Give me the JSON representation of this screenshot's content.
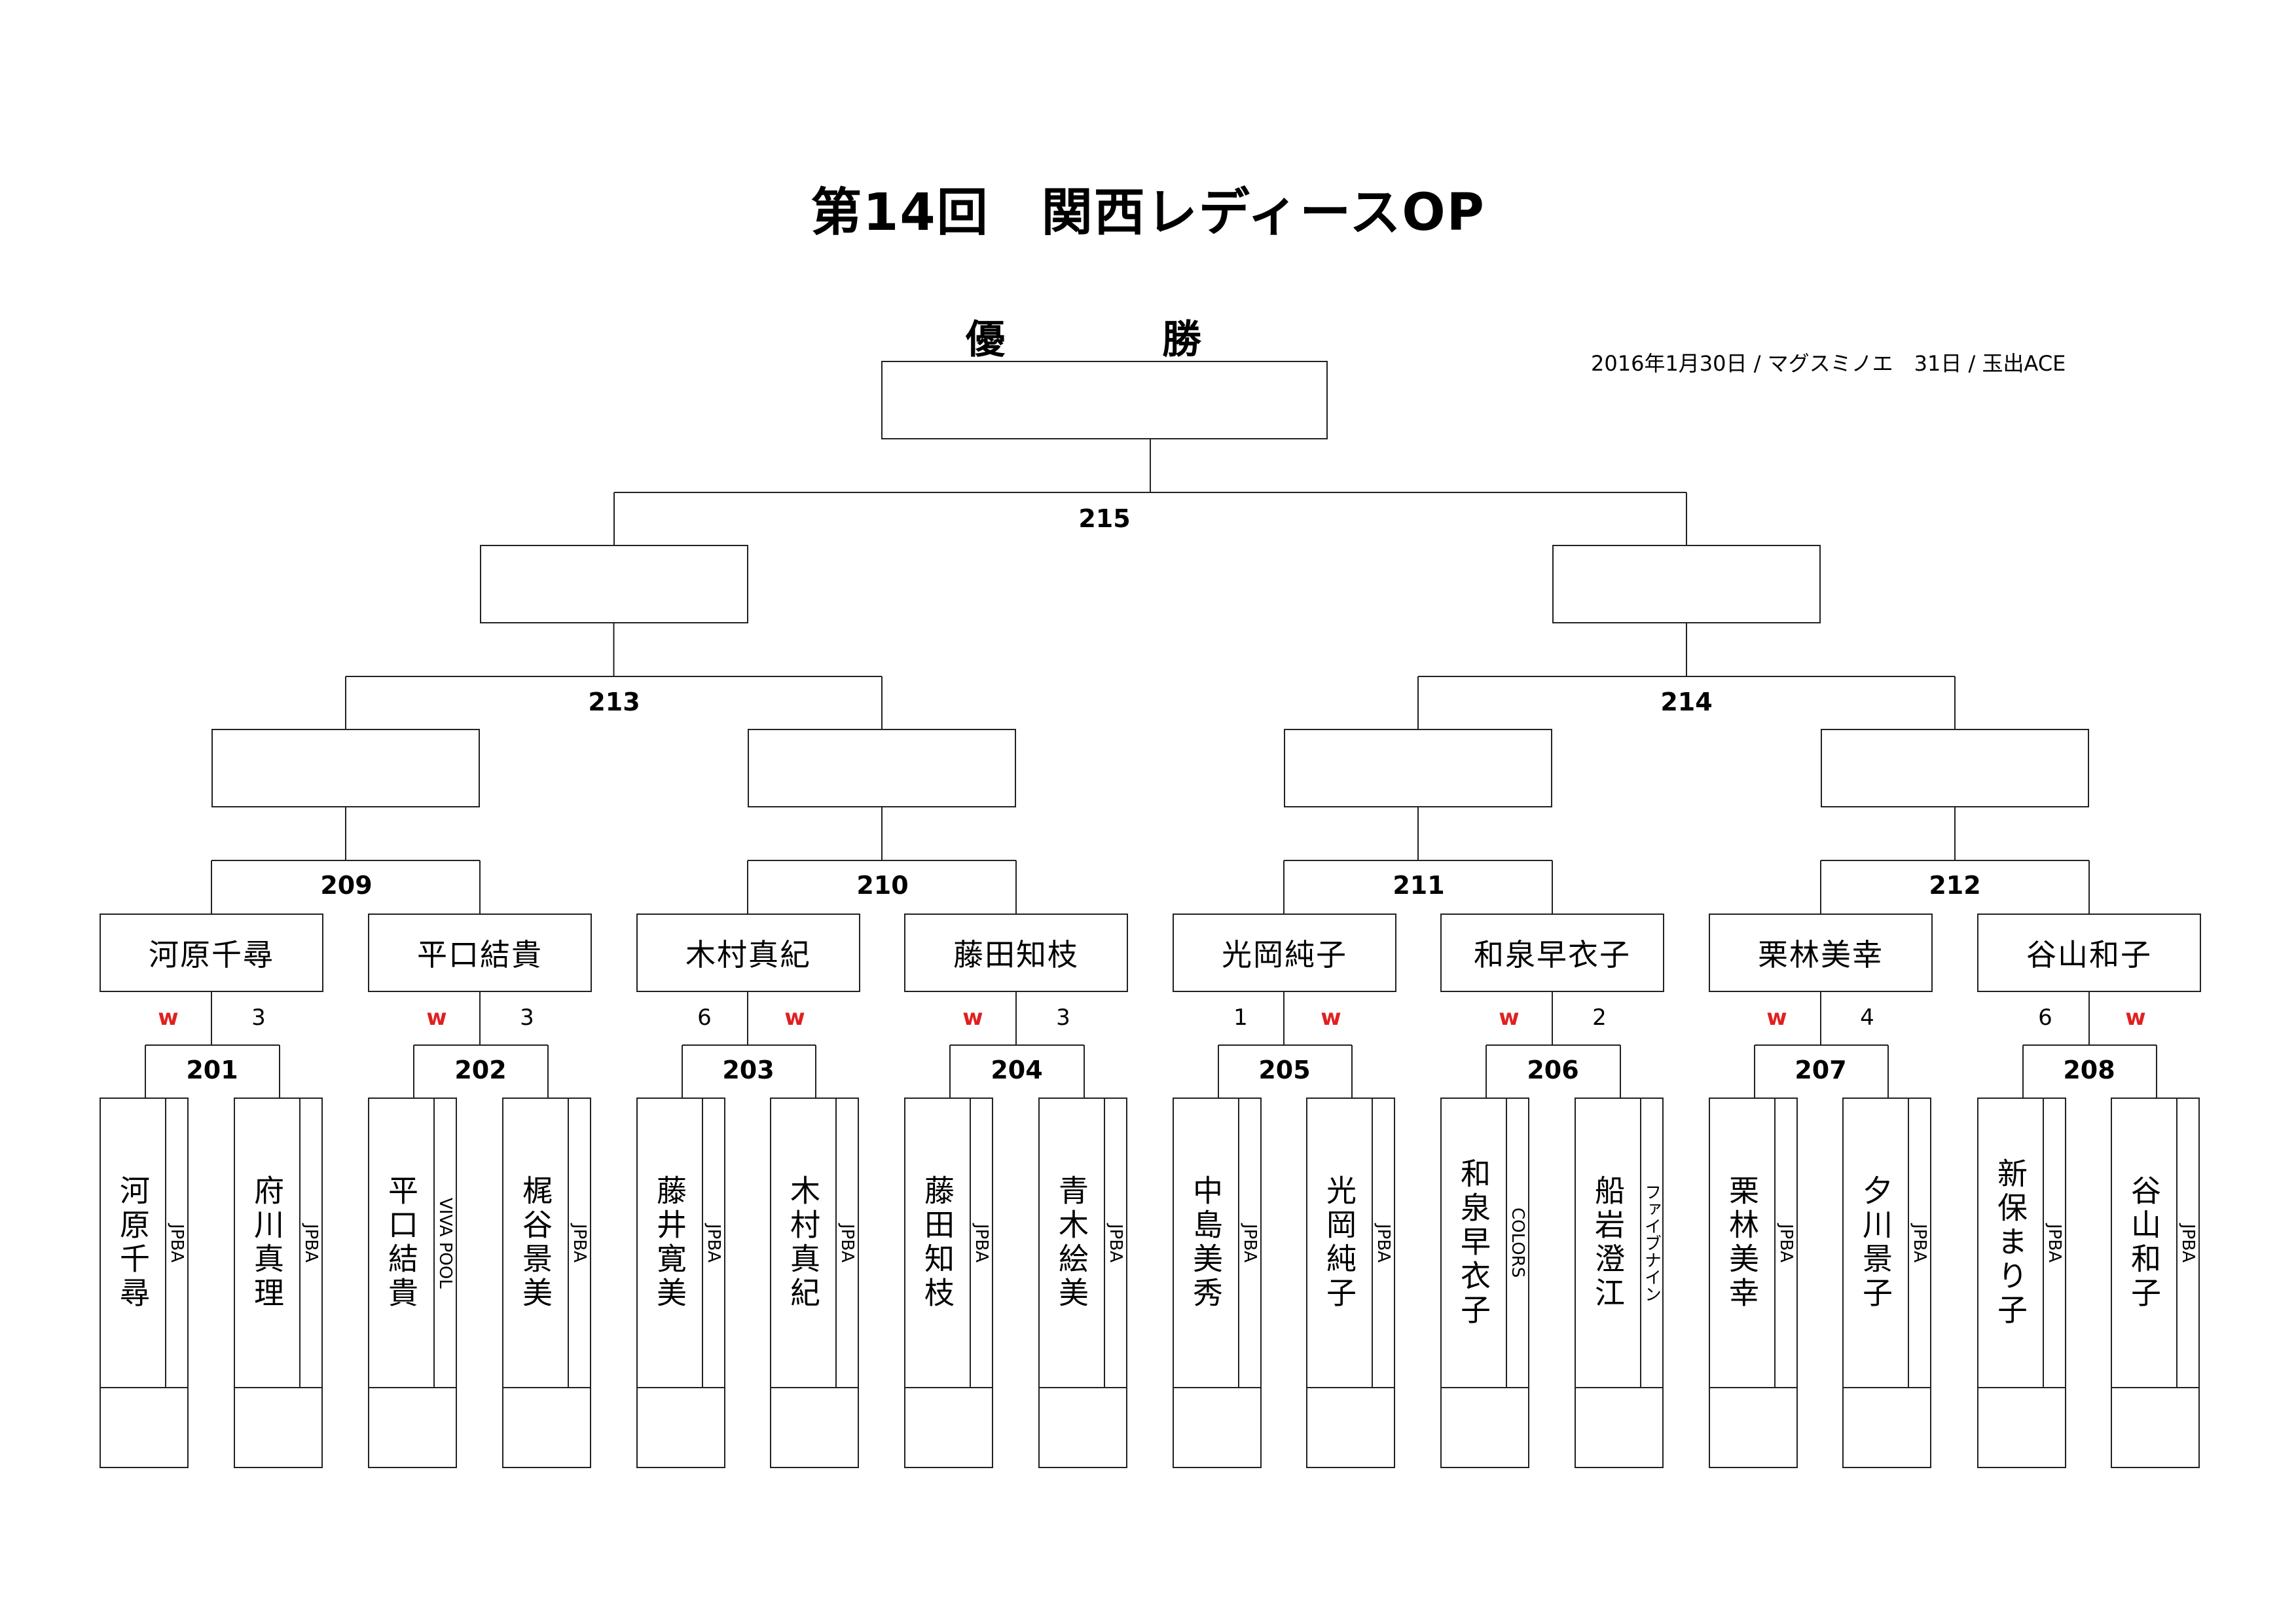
{
  "title": "第14回　関西レディースOP",
  "champion_label": "優　勝",
  "venue_info": "2016年1月30日 / マグスミノエ　31日 / 玉出ACE",
  "final_match": "215",
  "semi_matches": [
    "213",
    "214"
  ],
  "quarter_matches": [
    "209",
    "210",
    "211",
    "212"
  ],
  "round2_players": [
    "河原千尋",
    "平口結貴",
    "木村真紀",
    "藤田知枝",
    "光岡純子",
    "和泉早衣子",
    "栗林美幸",
    "谷山和子"
  ],
  "round1": [
    {
      "no": "201",
      "scores": [
        "w",
        "3"
      ],
      "players": [
        {
          "name": "河原千尋",
          "aff": "JPBA"
        },
        {
          "name": "府川真理",
          "aff": "JPBA"
        }
      ]
    },
    {
      "no": "202",
      "scores": [
        "w",
        "3"
      ],
      "players": [
        {
          "name": "平口結貴",
          "aff": "VIVA POOL"
        },
        {
          "name": "梶谷景美",
          "aff": "JPBA"
        }
      ]
    },
    {
      "no": "203",
      "scores": [
        "6",
        "w"
      ],
      "players": [
        {
          "name": "藤井寛美",
          "aff": "JPBA"
        },
        {
          "name": "木村真紀",
          "aff": "JPBA"
        }
      ]
    },
    {
      "no": "204",
      "scores": [
        "w",
        "3"
      ],
      "players": [
        {
          "name": "藤田知枝",
          "aff": "JPBA"
        },
        {
          "name": "青木絵美",
          "aff": "JPBA"
        }
      ]
    },
    {
      "no": "205",
      "scores": [
        "1",
        "w"
      ],
      "players": [
        {
          "name": "中島美秀",
          "aff": "JPBA"
        },
        {
          "name": "光岡純子",
          "aff": "JPBA"
        }
      ]
    },
    {
      "no": "206",
      "scores": [
        "w",
        "2"
      ],
      "players": [
        {
          "name": "和泉早衣子",
          "aff": "COLORS"
        },
        {
          "name": "船岩澄江",
          "aff": "ファイブナイン"
        }
      ]
    },
    {
      "no": "207",
      "scores": [
        "w",
        "4"
      ],
      "players": [
        {
          "name": "栗林美幸",
          "aff": "JPBA"
        },
        {
          "name": "夕川景子",
          "aff": "JPBA"
        }
      ]
    },
    {
      "no": "208",
      "scores": [
        "6",
        "w"
      ],
      "players": [
        {
          "name": "新保まり子",
          "aff": "JPBA"
        },
        {
          "name": "谷山和子",
          "aff": "JPBA"
        }
      ]
    }
  ]
}
